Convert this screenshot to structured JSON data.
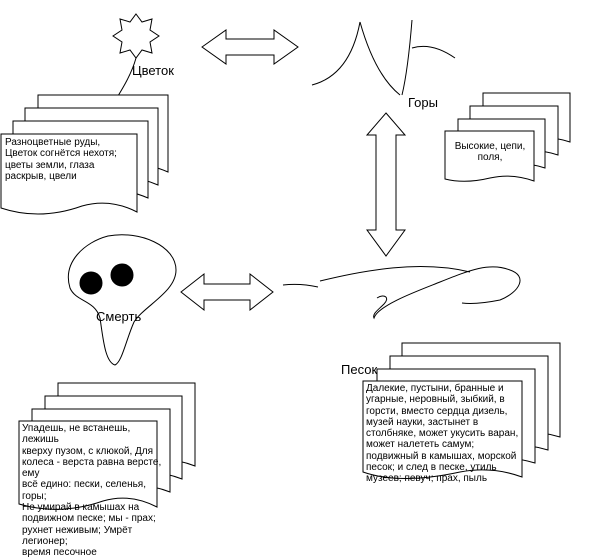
{
  "nodes": {
    "flower": {
      "label": "Цветок",
      "note": "Разноцветные руды,\nЦветок согнётся нехотя;\nцветы земли, глаза\nраскрыв, цвели"
    },
    "mountains": {
      "label": "Горы",
      "note": "Высокие, цепи,\nполя,"
    },
    "death": {
      "label": "Смерть",
      "note": "Упадешь, не встанешь, лежишь\nкверху пузом, с клюкой, Для\nколеса - верста равна версте, ему\nвсё едино: пески, селенья, горы;\nНе умирай в камышах на\nподвижном песке; мы - прах;\nрухнет неживым; Умрёт легионер;\nвремя песочное"
    },
    "sand": {
      "label": "Песок",
      "note": "Далекие, пустыни, бранные и\nугарные, неровный, зыбкий, в\nгорсти, вместо сердца дизель,\nмузей науки, застынет в\nстолбняке,  может укусить варан,\nможет налететь самум;\nподвижный в камышах, морской\nпесок; и след в песке, утиль\nмузеев; певуч; прах, пыль"
    }
  },
  "connections": [
    {
      "from": "flower",
      "to": "mountains",
      "type": "double-arrow"
    },
    {
      "from": "mountains",
      "to": "sand",
      "type": "double-arrow"
    },
    {
      "from": "death",
      "to": "sand",
      "type": "double-arrow"
    }
  ]
}
